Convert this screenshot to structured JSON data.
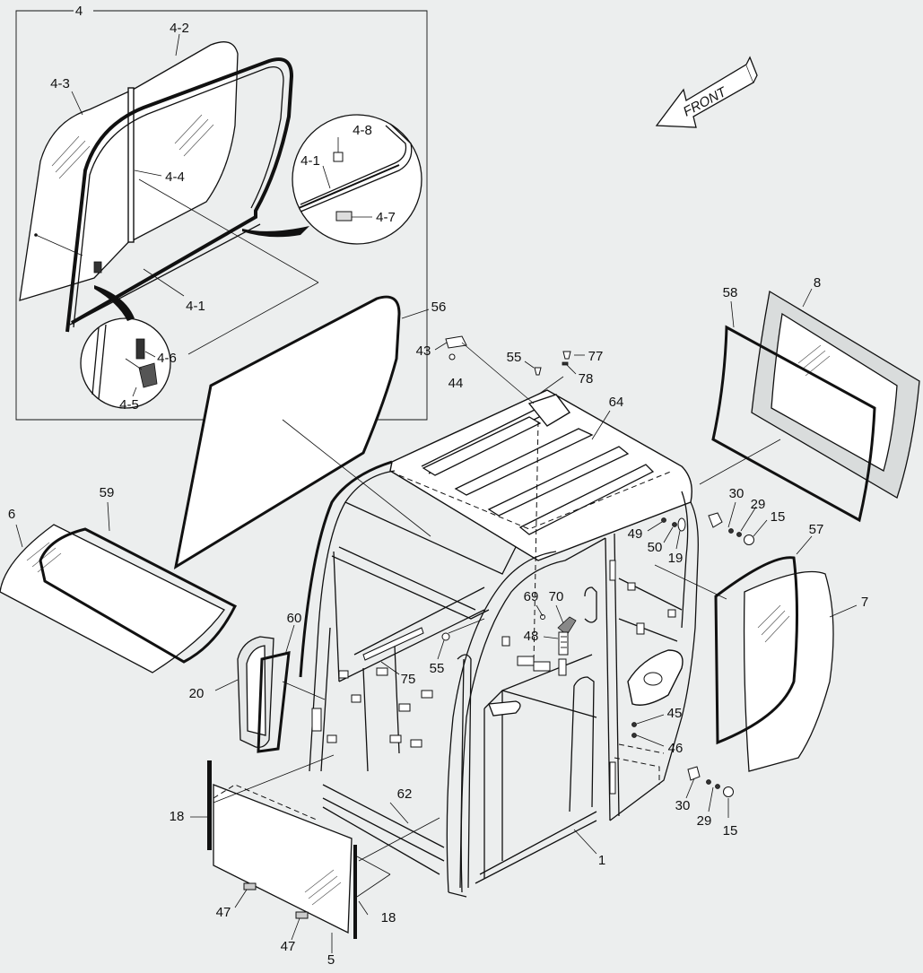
{
  "front_label": "FRONT",
  "labels": {
    "l4": "4",
    "l4_2": "4-2",
    "l4_3": "4-3",
    "l4_4": "4-4",
    "l4_8": "4-8",
    "l4_1a": "4-1",
    "l4_7": "4-7",
    "l4_1b": "4-1",
    "l4_6": "4-6",
    "l4_5": "4-5",
    "l56": "56",
    "l43": "43",
    "l44": "44",
    "l55a": "55",
    "l77": "77",
    "l78": "78",
    "l64": "64",
    "l58": "58",
    "l8": "8",
    "l30a": "30",
    "l29a": "29",
    "l15a": "15",
    "l49": "49",
    "l50": "50",
    "l19": "19",
    "l57": "57",
    "l7": "7",
    "l6": "6",
    "l59": "59",
    "l69": "69",
    "l70": "70",
    "l48": "48",
    "l60": "60",
    "l55b": "55",
    "l75": "75",
    "l20": "20",
    "l45": "45",
    "l46": "46",
    "l62": "62",
    "l18a": "18",
    "l30b": "30",
    "l29b": "29",
    "l15b": "15",
    "l1": "1",
    "l47a": "47",
    "l18b": "18",
    "l47b": "47",
    "l5": "5"
  }
}
